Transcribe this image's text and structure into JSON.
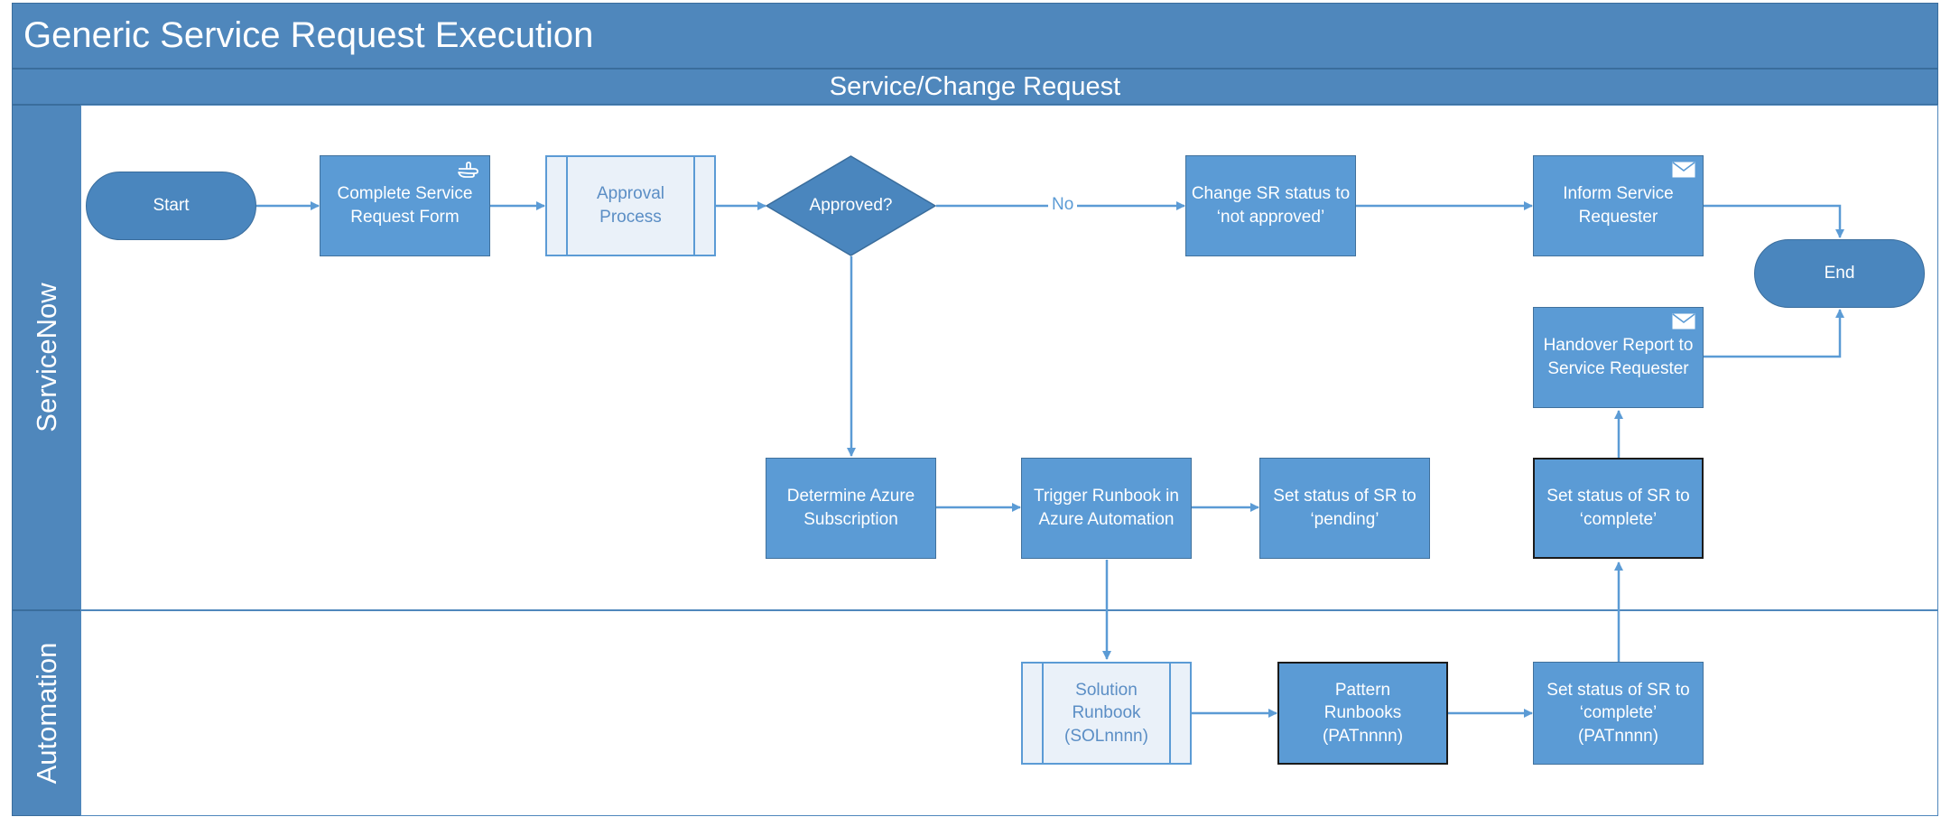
{
  "diagram": {
    "title": "Generic Service Request Execution",
    "pool": "Service/Change Request",
    "lanes": [
      {
        "id": "servicenow",
        "label": "ServiceNow"
      },
      {
        "id": "automation",
        "label": "Automation"
      }
    ],
    "nodes": {
      "start": "Start",
      "complete_form": "Complete Service\nRequest Form",
      "approval": "Approval\nProcess",
      "approved": "Approved?",
      "not_approved": "Change SR status to\n‘not approved’",
      "inform": "Inform Service\nRequester",
      "end": "End",
      "handover": "Handover Report to\nService Requester",
      "determine": "Determine Azure\nSubscription",
      "trigger": "Trigger Runbook in\nAzure Automation",
      "pending": "Set status of SR to\n‘pending’",
      "complete_sn": "Set status of SR to\n‘complete’",
      "solution_runbook": "Solution\nRunbook\n(SOLnnnn)",
      "pattern_runbooks": "Pattern\nRunbooks\n(PATnnnn)",
      "complete_auto": "Set status of SR to\n‘complete’\n(PATnnnn)"
    },
    "edge_labels": {
      "no": "No"
    },
    "icons": {
      "manual_input": "hand-pointer-icon",
      "message": "envelope-icon"
    },
    "colors": {
      "header": "#4f87bc",
      "process": "#5b9bd5",
      "connector": "#5b9bd5"
    }
  }
}
